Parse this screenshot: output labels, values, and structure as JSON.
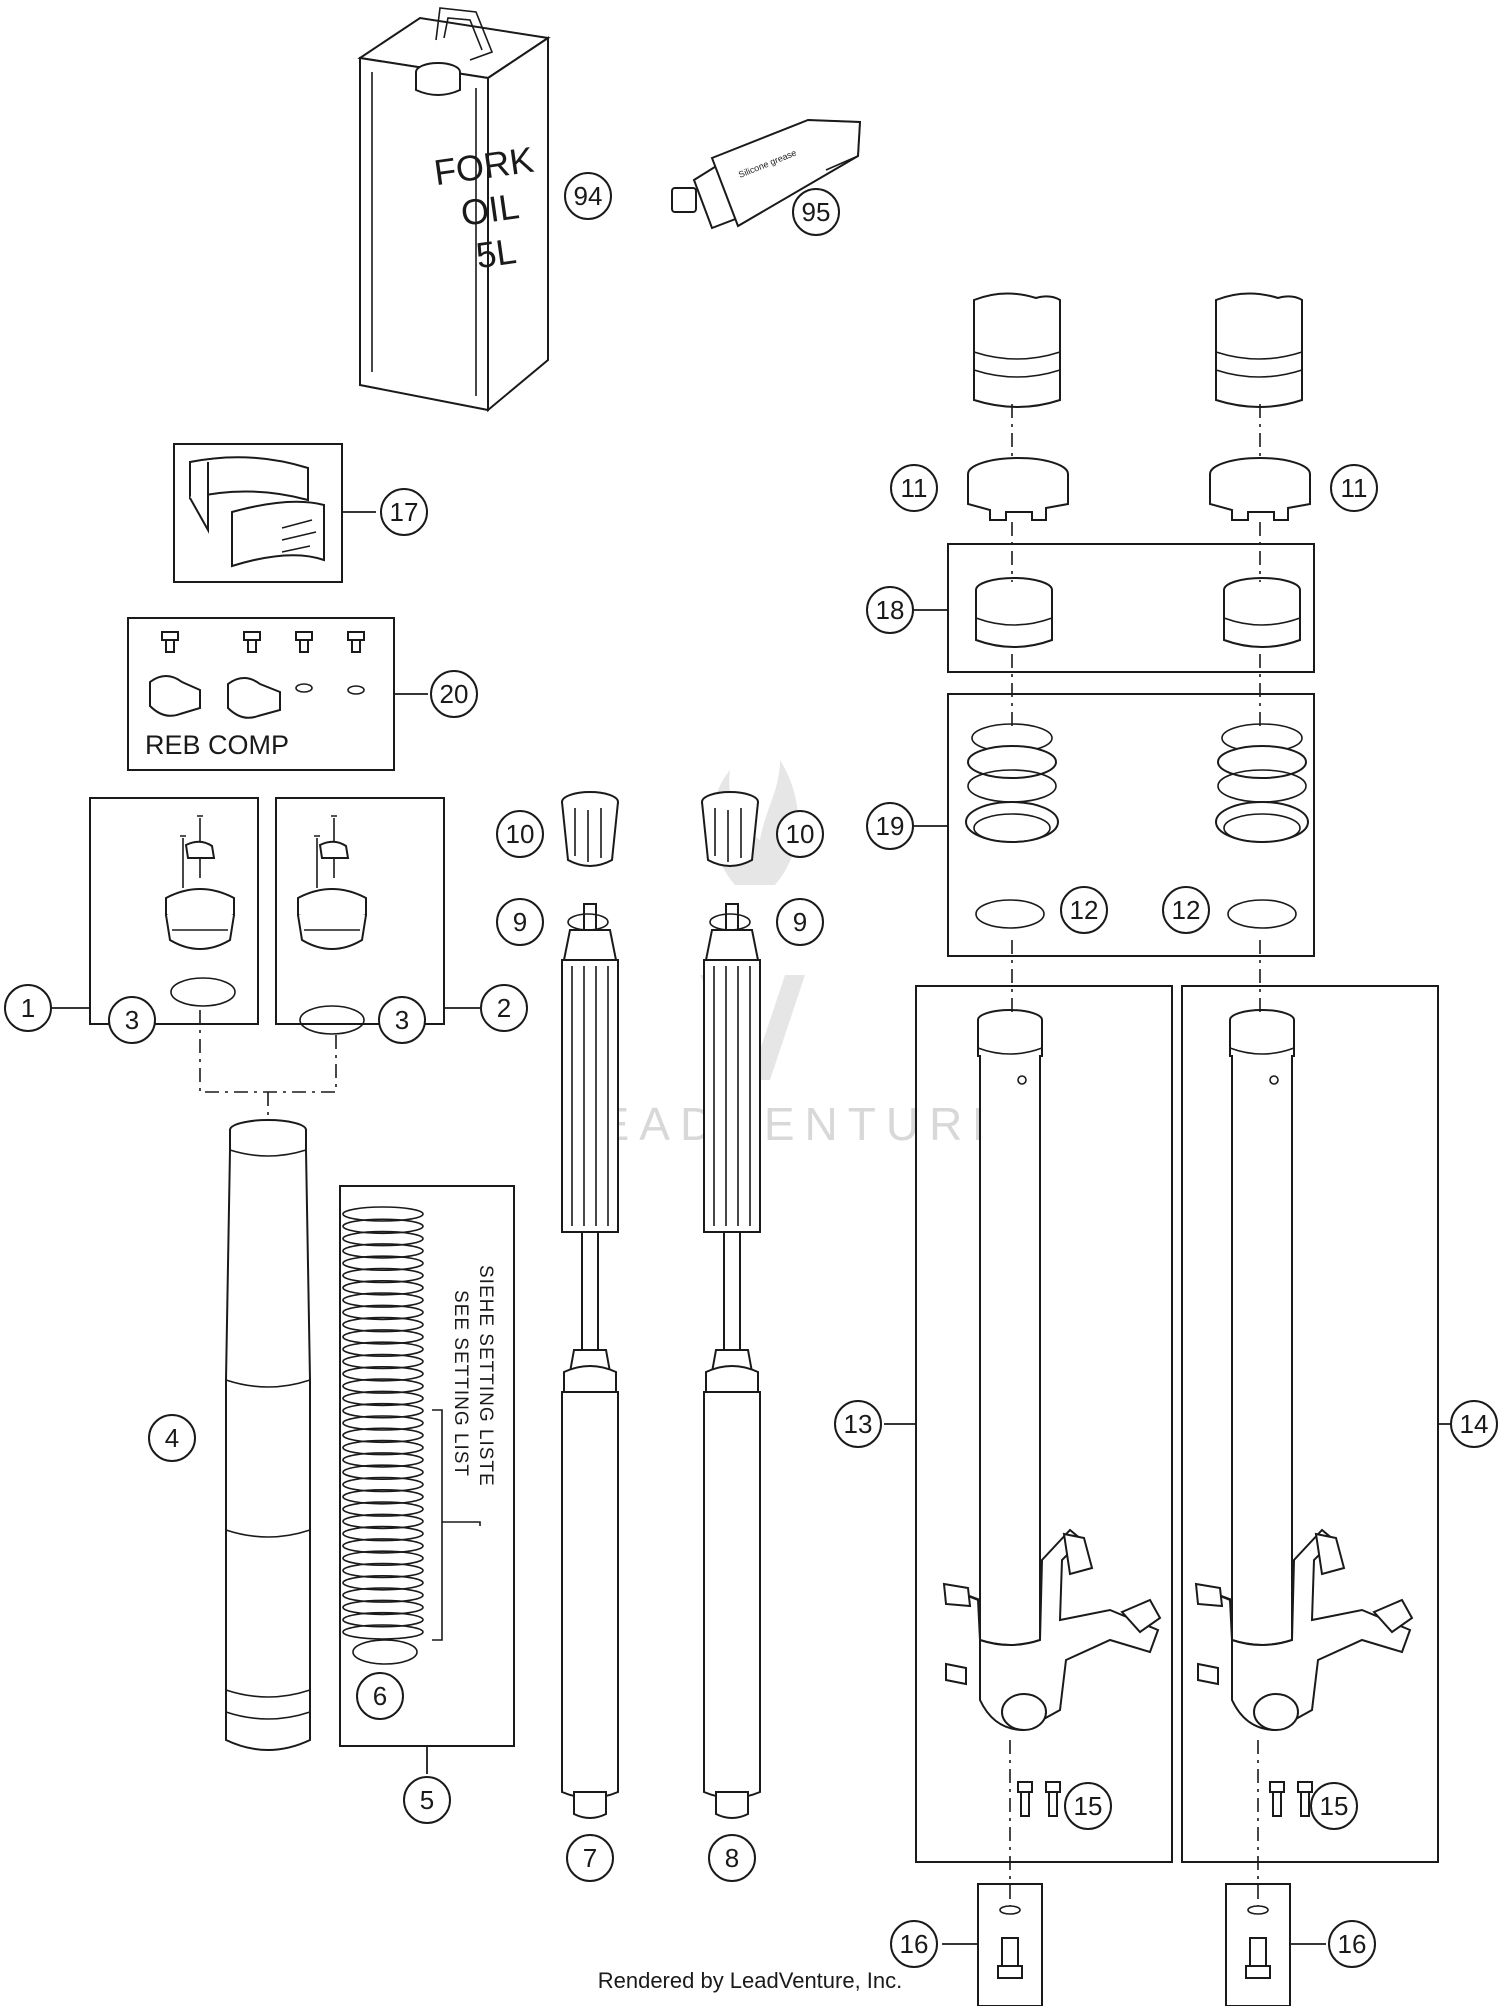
{
  "fork_oil_can": {
    "line1": "FORK",
    "line2": "OIL",
    "line3": "5L"
  },
  "grease_tube": {
    "text": "Silicone grease"
  },
  "adjuster_kit": {
    "reb_comp": "REB COMP"
  },
  "spring_box": {
    "note_de": "SIEHE SETTING LISTE",
    "note_en": "SEE SETTING LIST"
  },
  "watermark": {
    "text": "LEADVENTURE"
  },
  "footer": {
    "text": "Rendered by LeadVenture, Inc."
  },
  "callouts": {
    "c94": "94",
    "c95": "95",
    "c17": "17",
    "c20": "20",
    "c1": "1",
    "c2": "2",
    "c3a": "3",
    "c3b": "3",
    "c4": "4",
    "c5": "5",
    "c6": "6",
    "c7": "7",
    "c8": "8",
    "c9a": "9",
    "c9b": "9",
    "c10a": "10",
    "c10b": "10",
    "c11a": "11",
    "c11b": "11",
    "c12a": "12",
    "c12b": "12",
    "c13": "13",
    "c14": "14",
    "c15a": "15",
    "c15b": "15",
    "c16a": "16",
    "c16b": "16",
    "c18": "18",
    "c19": "19"
  }
}
